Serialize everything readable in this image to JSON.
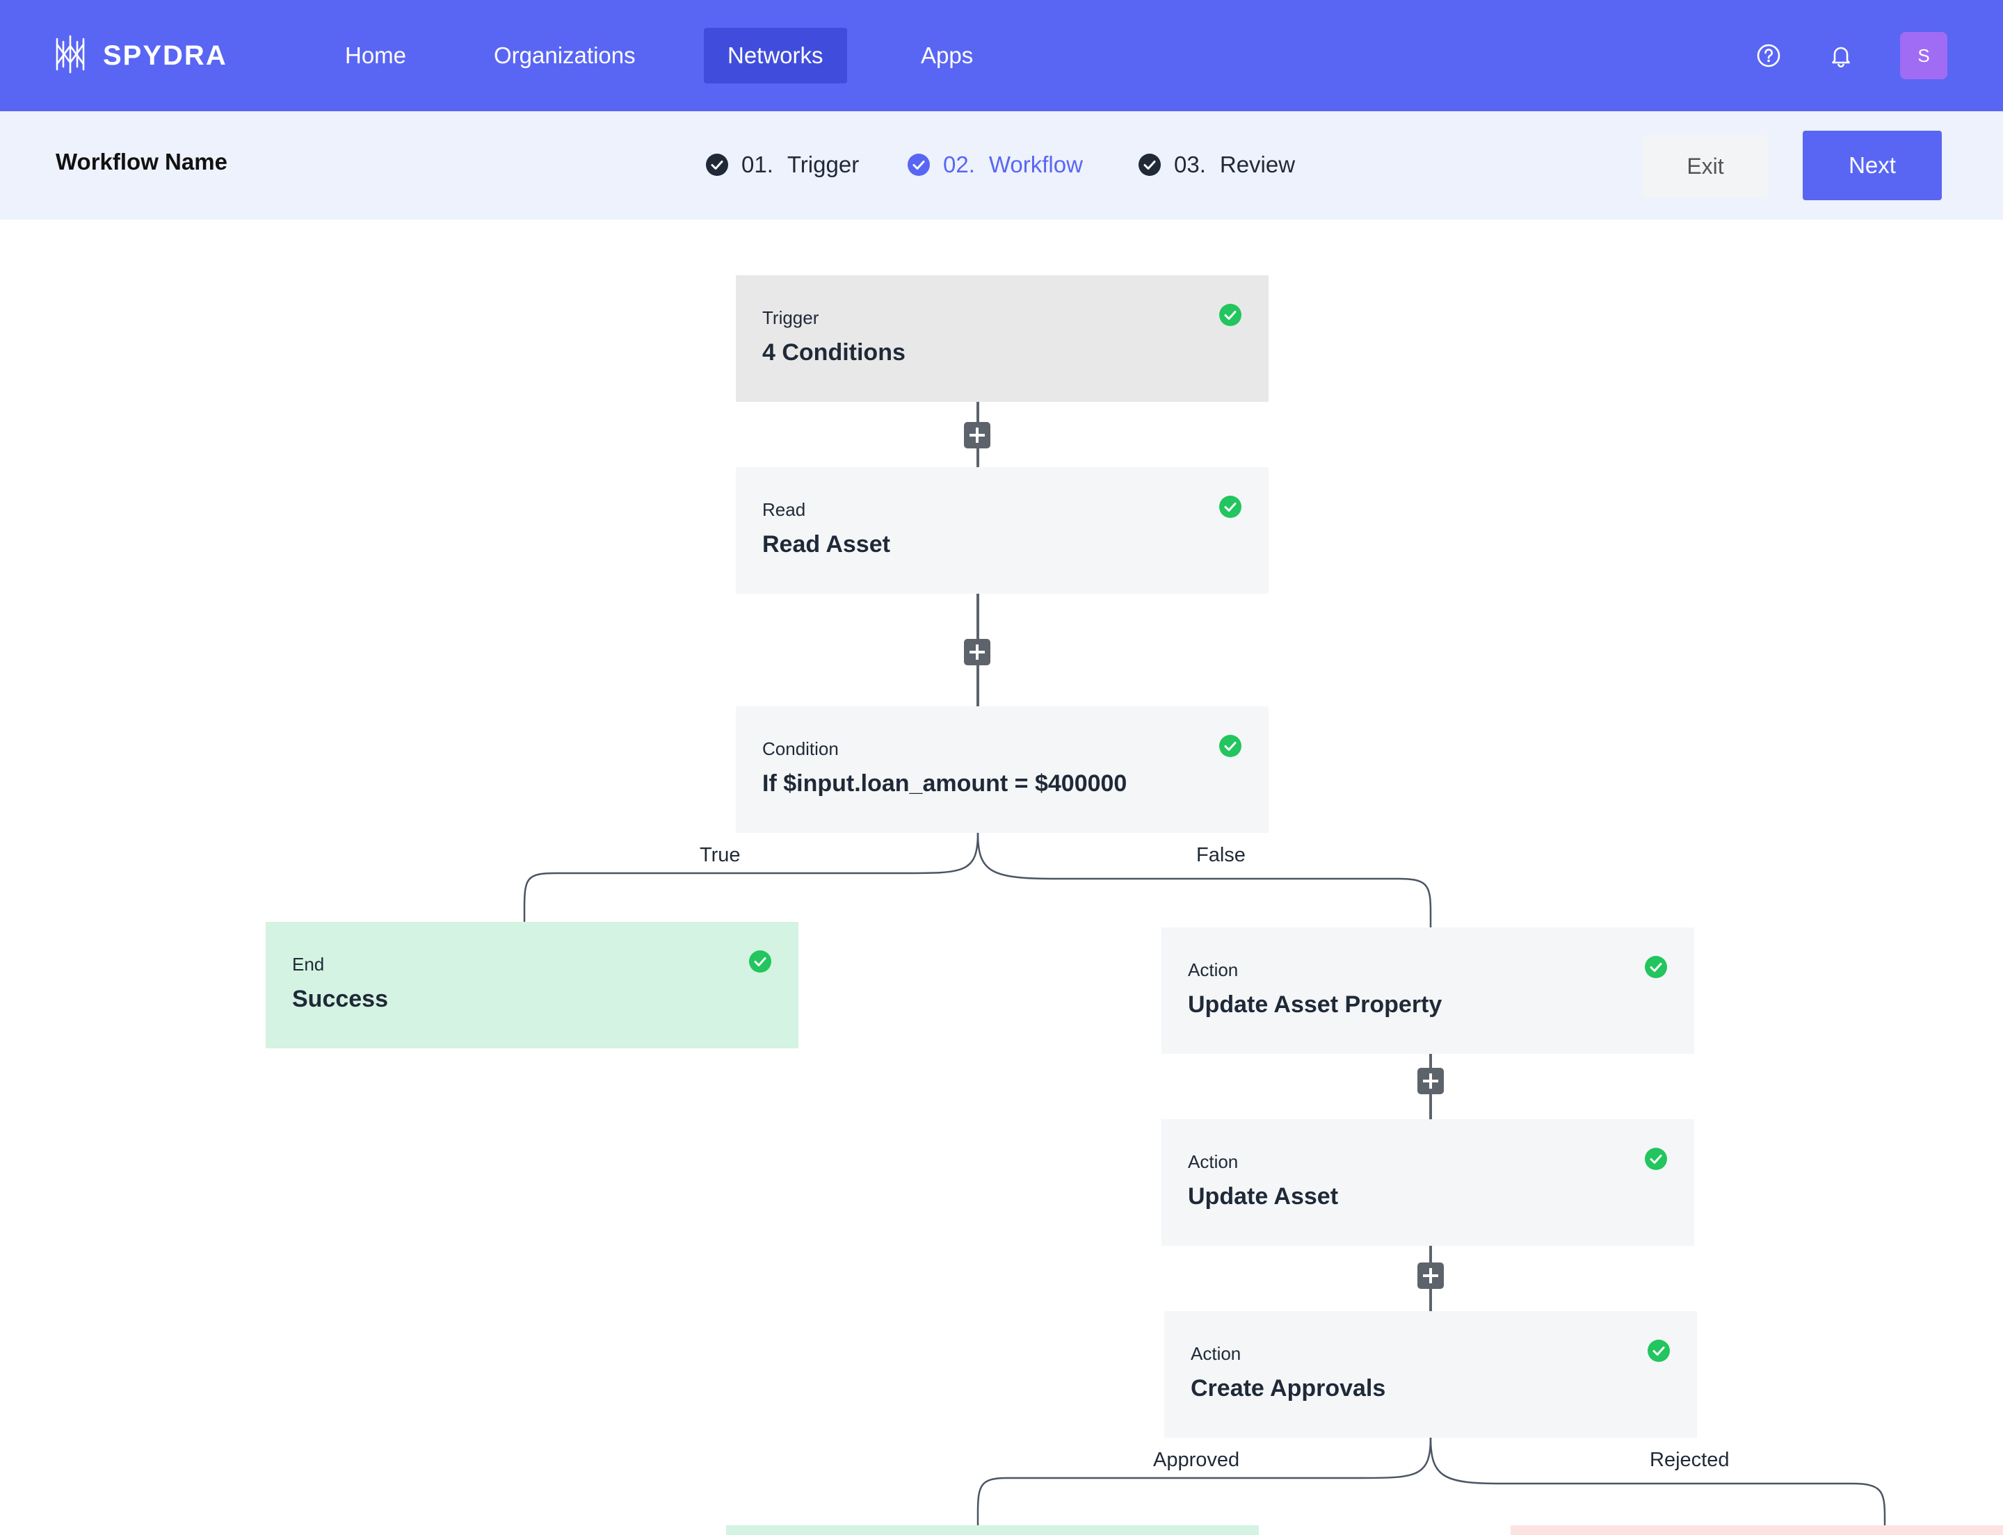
{
  "brand": {
    "name": "SPYDRA",
    "logo_icon": "spydra-logo-icon"
  },
  "nav": {
    "items": [
      {
        "label": "Home",
        "active": false
      },
      {
        "label": "Organizations",
        "active": false
      },
      {
        "label": "Networks",
        "active": true
      },
      {
        "label": "Apps",
        "active": false
      }
    ],
    "help_icon": "help-circle-icon",
    "bell_icon": "bell-icon",
    "avatar_initial": "S"
  },
  "subbar": {
    "workflow_name": "Workflow Name",
    "steps": [
      {
        "number": "01.",
        "label": "Trigger",
        "active": false,
        "completed": true
      },
      {
        "number": "02.",
        "label": "Workflow",
        "active": true,
        "completed": true
      },
      {
        "number": "03.",
        "label": "Review",
        "active": false,
        "completed": true
      }
    ],
    "exit_label": "Exit",
    "next_label": "Next"
  },
  "workflow": {
    "nodes": [
      {
        "type": "Trigger",
        "title": "4 Conditions",
        "status": "complete"
      },
      {
        "type": "Read",
        "title": "Read Asset",
        "status": "complete"
      },
      {
        "type": "Condition",
        "title": "If $input.loan_amount = $400000",
        "status": "complete"
      },
      {
        "type": "End",
        "title": "Success",
        "status": "complete"
      },
      {
        "type": "Action",
        "title": "Update Asset Property",
        "status": "complete"
      },
      {
        "type": "Action",
        "title": "Update Asset",
        "status": "complete"
      },
      {
        "type": "Action",
        "title": "Create Approvals",
        "status": "complete"
      }
    ],
    "branches": {
      "condition_true": "True",
      "condition_false": "False",
      "approval_approved": "Approved",
      "approval_rejected": "Rejected"
    }
  },
  "colors": {
    "primary": "#5966f3",
    "primary_dark": "#404ddc",
    "success": "#22c55e",
    "end_node_bg": "#d4f3e2",
    "rejected_node_bg": "#fde2e2",
    "avatar_bg": "#a06cf4"
  }
}
